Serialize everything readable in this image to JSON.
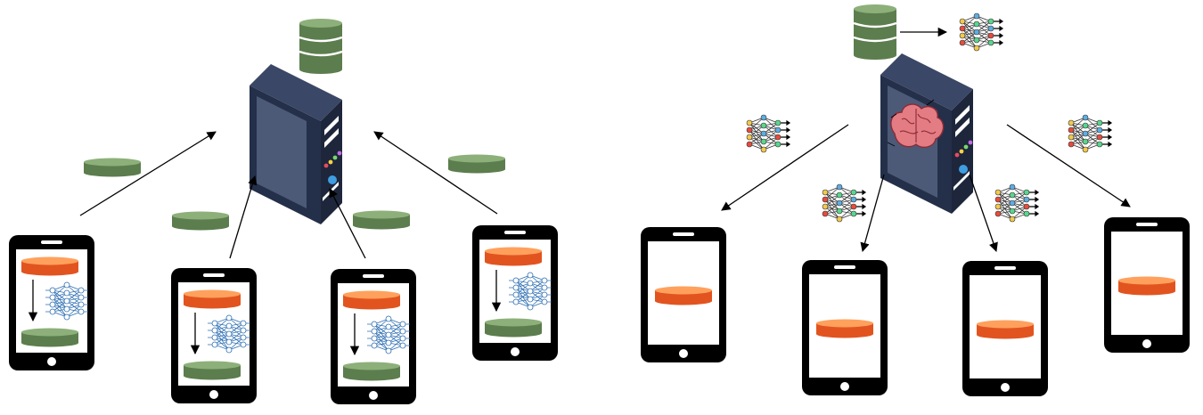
{
  "diagram": {
    "panels": [
      {
        "id": "left",
        "phones": [
          {
            "contents": [
              "orange-disk",
              "down-arrow",
              "neural-net",
              "green-disk"
            ]
          },
          {
            "contents": [
              "orange-disk",
              "down-arrow",
              "neural-net",
              "green-disk"
            ]
          },
          {
            "contents": [
              "orange-disk",
              "down-arrow",
              "neural-net",
              "green-disk"
            ]
          },
          {
            "contents": [
              "orange-disk",
              "down-arrow",
              "neural-net",
              "green-disk"
            ]
          }
        ],
        "server": {
          "icon": "server-tower-icon",
          "storage": "database-stack-icon"
        },
        "arrow_direction": "phones-to-server"
      },
      {
        "id": "right",
        "phones": [
          {
            "contents": [
              "orange-disk"
            ]
          },
          {
            "contents": [
              "orange-disk"
            ]
          },
          {
            "contents": [
              "orange-disk"
            ]
          },
          {
            "contents": [
              "orange-disk"
            ]
          }
        ],
        "server": {
          "icon": "server-tower-icon",
          "overlay": "brain-icon",
          "storage": "database-stack-icon",
          "model": "neural-net-icon"
        },
        "arrow_direction": "server-to-phones"
      }
    ],
    "colors": {
      "phone_body": "#000000",
      "screen": "#ffffff",
      "orange_disk": "#f2602b",
      "green_disk": "#6d8f5d",
      "server_front": "#2b3652",
      "server_side": "#1f2840",
      "server_panel": "#4c5a78",
      "neural_net": "#2e6fb2",
      "brain": "#d9707a"
    }
  }
}
